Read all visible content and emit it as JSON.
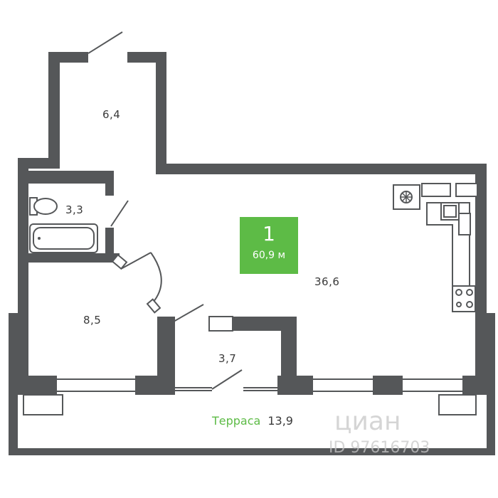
{
  "apartment": {
    "rooms": "1",
    "total_area": "60,9 м"
  },
  "rooms": {
    "corridor": "6,4",
    "bathroom": "3,3",
    "bedroom": "8,5",
    "living_kitchen": "36,6",
    "vestibule": "3,7"
  },
  "terrace": {
    "name": "Терраса",
    "area": "13,9"
  },
  "watermark": {
    "brand": "циан",
    "listing_id": "ID 97616703"
  },
  "colors": {
    "walls": "#555759",
    "badge": "#5dbb46",
    "terrace_text": "#5dbb46"
  }
}
